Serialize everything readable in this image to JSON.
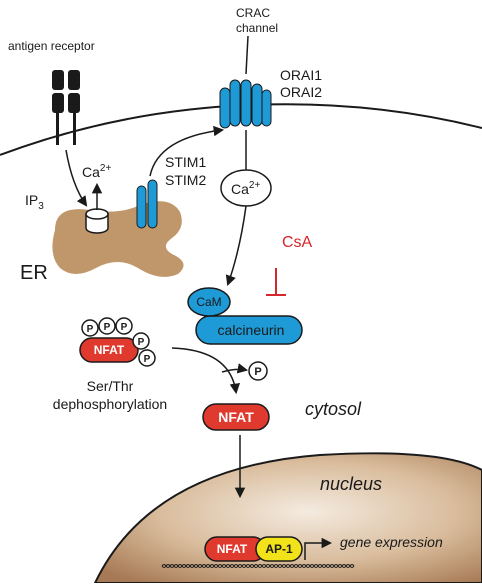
{
  "labels": {
    "antigen_receptor": "antigen receptor",
    "crac_line1": "CRAC",
    "crac_line2": "channel",
    "orai1": "ORAI1",
    "orai2": "ORAI2",
    "stim1": "STIM1",
    "stim2": "STIM2",
    "ip3_base": "IP",
    "ip3_sub": "3",
    "ca_base": "Ca",
    "ca_sup": "2+",
    "er": "ER",
    "csa": "CsA",
    "cam": "CaM",
    "calcineurin": "calcineurin",
    "nfat": "NFAT",
    "p": "P",
    "ser_thr": "Ser/Thr",
    "dephosphorylation": "dephosphorylation",
    "cytosol": "cytosol",
    "nucleus": "nucleus",
    "ap1": "AP-1",
    "gene_expression": "gene expression"
  },
  "colors": {
    "channel_blue": "#1e9bd7",
    "nfat_red": "#e03a2f",
    "ap1_yellow": "#f2e21a",
    "er_tan": "#c0976a",
    "nucleus_brown": "#b38660",
    "csa_red": "#d6262b"
  }
}
